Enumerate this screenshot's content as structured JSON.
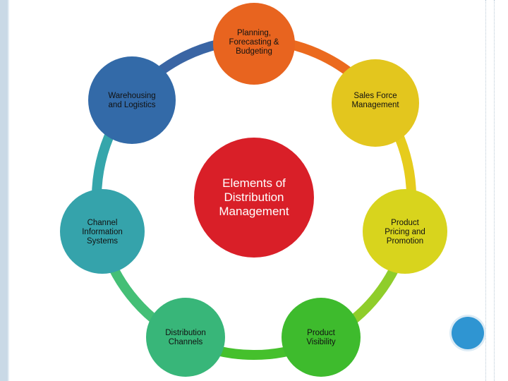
{
  "center": {
    "label": "Elements of\nDistribution\nManagement",
    "color": "#d91f28"
  },
  "nodes": [
    {
      "id": "planning",
      "label": "Planning,\nForecasting &\nBudgeting",
      "color": "#e8641f"
    },
    {
      "id": "sales",
      "label": "Sales Force\nManagement",
      "color": "#e3c61e"
    },
    {
      "id": "pricing",
      "label": "Product\nPricing and\nPromotion",
      "color": "#d8d41d"
    },
    {
      "id": "visibility",
      "label": "Product\nVisibility",
      "color": "#3ebb2d"
    },
    {
      "id": "channels",
      "label": "Distribution\nChannels",
      "color": "#38b679"
    },
    {
      "id": "cis",
      "label": "Channel\nInformation\nSystems",
      "color": "#35a3ab"
    },
    {
      "id": "warehousing",
      "label": "Warehousing\nand Logistics",
      "color": "#336aa8"
    }
  ],
  "connectors": [
    {
      "from": "warehousing",
      "to": "planning",
      "color": "#3a65a4"
    },
    {
      "from": "planning",
      "to": "sales",
      "color": "#eb6a1e"
    },
    {
      "from": "sales",
      "to": "pricing",
      "color": "#e6cc1c"
    },
    {
      "from": "pricing",
      "to": "visibility",
      "color": "#8fcd2a"
    },
    {
      "from": "visibility",
      "to": "channels",
      "color": "#45c02c"
    },
    {
      "from": "channels",
      "to": "cis",
      "color": "#44bf76"
    },
    {
      "from": "cis",
      "to": "warehousing",
      "color": "#35a6ab"
    }
  ],
  "theme": {
    "sidebar": "#c9d9e6",
    "accent_dot": "#2f95d2"
  }
}
